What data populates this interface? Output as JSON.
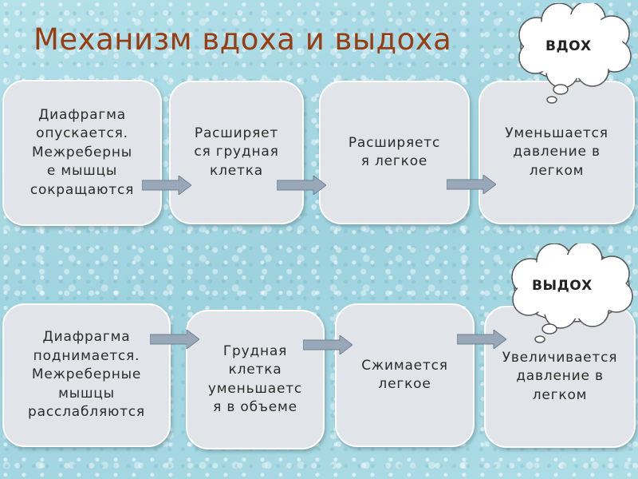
{
  "title": "Механизм вдоха и выдоха",
  "inhale": {
    "cloud_label": "ВДОХ",
    "steps": [
      "Диафрагма\nопускается.\nМежреберны\nе мышцы\nсокращаются",
      "Расширяет\nся грудная\nклетка",
      "Расширяетс\nя легкое",
      "Уменьшается\nдавление в\nлегком"
    ]
  },
  "exhale": {
    "cloud_label": "ВЫДОХ",
    "steps": [
      "Диафрагма\nподнимается.\nМежреберные\nмышцы\nрасслабляются",
      "Грудная\nклетка\nуменьшаетс\nя в объеме",
      "Сжимается\nлегкое",
      "Увеличивается\nдавление в\nлегком"
    ]
  },
  "colors": {
    "title": "#9a3c12",
    "box_fill": "#e1e4e8",
    "box_border": "#ffffff",
    "arrow_fill": "#98a8b8",
    "background": "#a6d8e2"
  }
}
